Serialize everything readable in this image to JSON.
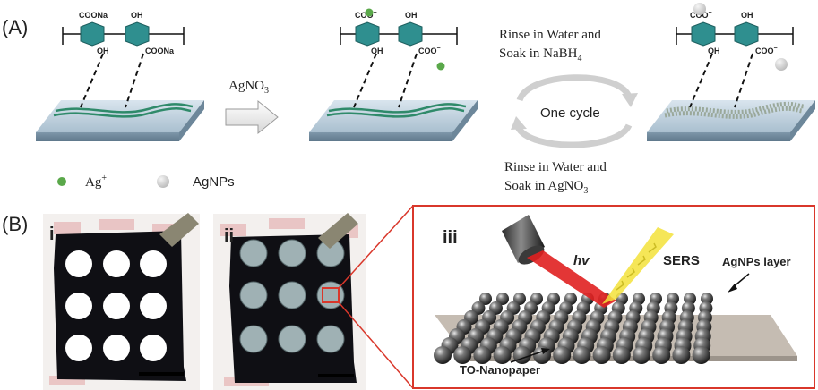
{
  "panel_a": {
    "label": "(A)",
    "reagent_arrow": {
      "label": "AgNO",
      "subscript": "3"
    },
    "chains": [
      {
        "top_left": "COONa",
        "top_right": "OH",
        "bottom_left": "OH",
        "bottom_right": "COONa"
      },
      {
        "top_left": "COO",
        "top_left_charge": "−",
        "top_right": "OH",
        "bottom_left": "OH",
        "bottom_right": "COO",
        "bottom_right_charge": "−"
      },
      {
        "top_left": "COO",
        "top_left_charge": "−",
        "top_right": "OH",
        "bottom_left": "OH",
        "bottom_right": "COO",
        "bottom_right_charge": "−"
      }
    ],
    "cycle": {
      "center_label": "One cycle",
      "top_line1": "Rinse in Water and",
      "top_line2": "Soak in NaBH",
      "top_line2_sub": "4",
      "bottom_line1": "Rinse in Water and",
      "bottom_line2": "Soak in AgNO",
      "bottom_line2_sub": "3"
    },
    "legend": [
      {
        "label": "Ag",
        "superscript": "+",
        "color": "#5aa84a"
      },
      {
        "label": "AgNPs",
        "color": "#cfcfcf"
      }
    ]
  },
  "panel_b": {
    "label": "(B)",
    "photo_i_label": "i",
    "photo_ii_label": "ii",
    "inset_label": "iii",
    "hv_label": "hv",
    "sers_label": "SERS",
    "agnps_layer_label": "AgNPs layer",
    "nanopaper_label": "TO-Nanopaper"
  },
  "colors": {
    "substrate_top": "#c9d8e3",
    "substrate_side": "#8ea5b6",
    "fiber": "#2f8a6a",
    "ring": "#2f8f8f",
    "ag_ion": "#5aa84a",
    "agnp": "#cfcfcf",
    "inset_border": "#d9372b",
    "laser": "#e02020",
    "sers": "#f3e23a"
  }
}
